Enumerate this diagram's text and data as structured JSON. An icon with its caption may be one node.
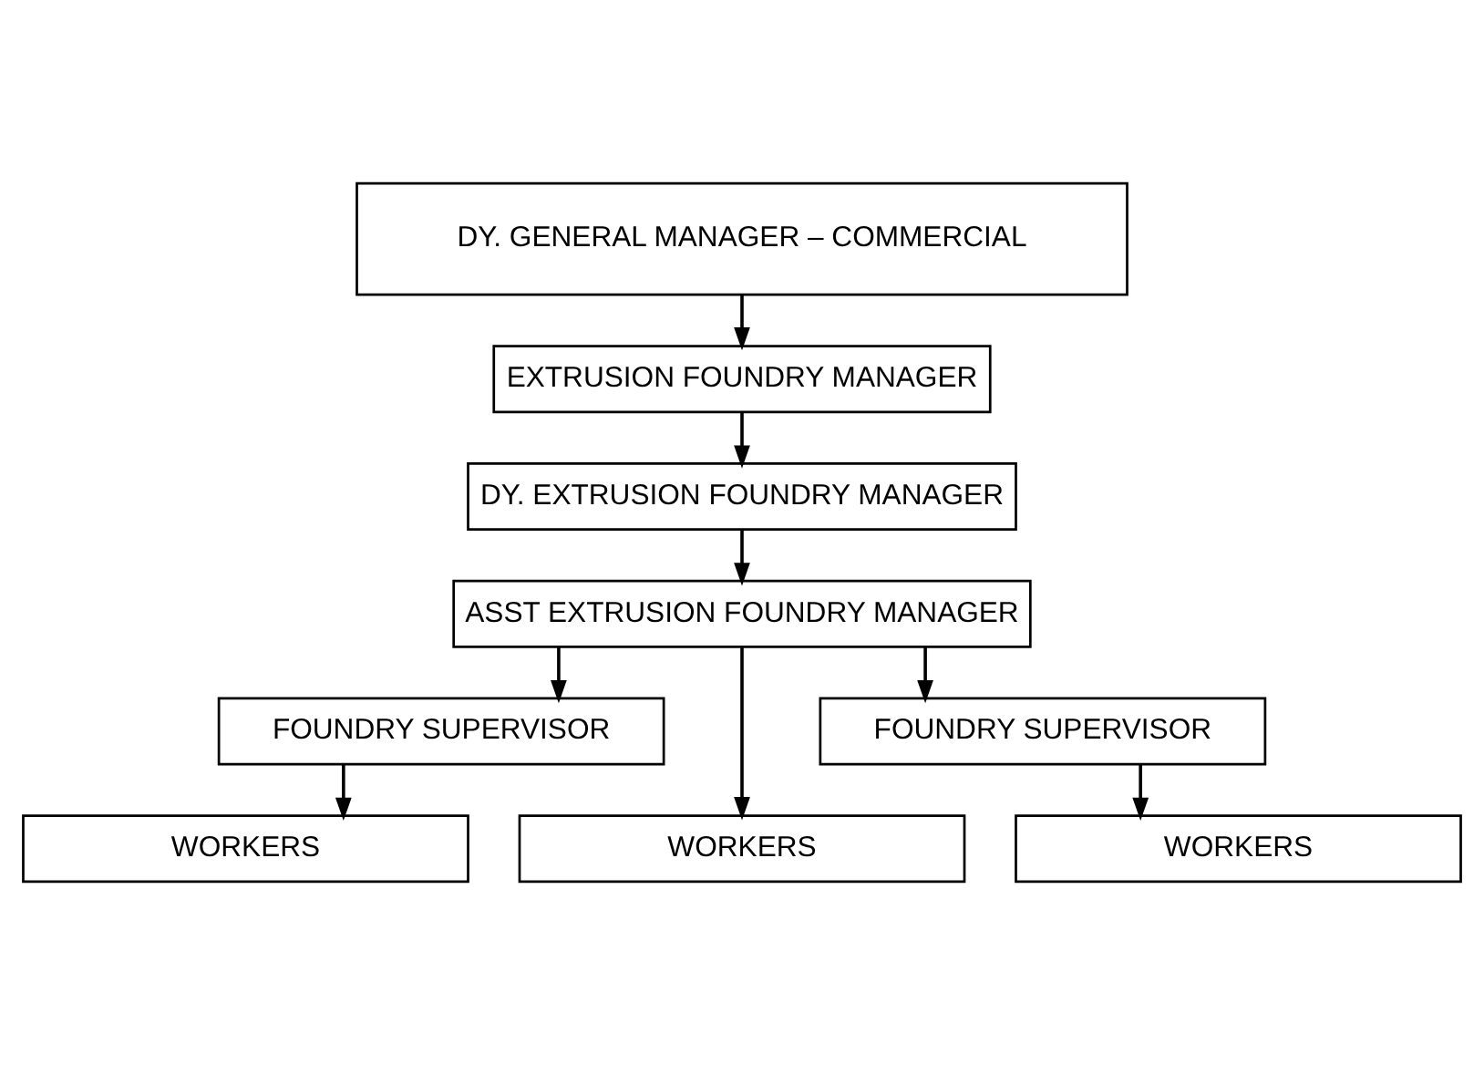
{
  "diagram": {
    "nodes": [
      {
        "text": [
          "DY. GENERAL MANAGER – COMMERCIAL"
        ]
      },
      {
        "text": [
          "EXTRUSION FOUNDRY MANAGER"
        ]
      },
      {
        "text": [
          "DY. EXTRUSION FOUNDRY MANAGER"
        ]
      },
      {
        "text": [
          "ASST EXTRUSION FOUNDRY MANAGER"
        ]
      },
      {
        "text": [
          "FOUNDRY SUPERVISOR"
        ]
      },
      {
        "text": [
          "FOUNDRY SUPERVISOR"
        ]
      },
      {
        "text": [
          "WORKERS"
        ]
      },
      {
        "text": [
          "WORKERS"
        ]
      },
      {
        "text": [
          "WORKERS"
        ]
      }
    ],
    "edges": [
      {
        "from": 0,
        "to": 1,
        "arrow": "to"
      },
      {
        "from": 1,
        "to": 2,
        "arrow": "to"
      },
      {
        "from": 2,
        "to": 3,
        "arrow": "to"
      },
      {
        "from": 3,
        "to": 4,
        "arrow": "to"
      },
      {
        "from": 3,
        "to": 7,
        "arrow": "to"
      },
      {
        "from": 3,
        "to": 5,
        "arrow": "to"
      },
      {
        "from": 4,
        "to": 6,
        "arrow": "to"
      },
      {
        "from": 5,
        "to": 8,
        "arrow": "to"
      }
    ]
  }
}
